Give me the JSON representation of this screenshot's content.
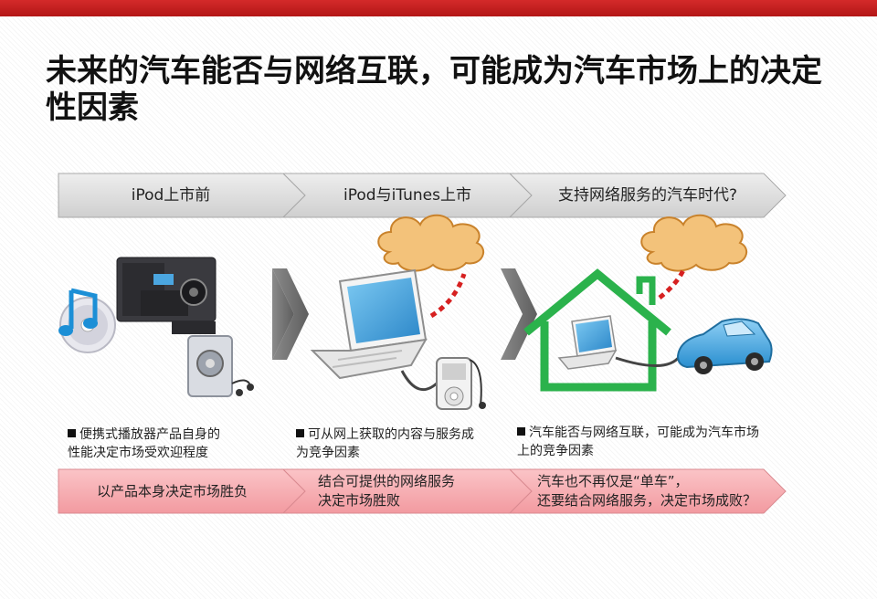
{
  "title": "未来的汽车能否与网络互联，可能成为汽车市场上的决定性因素",
  "stages": [
    {
      "label": "iPod上市前"
    },
    {
      "label": "iPod与iTunes上市"
    },
    {
      "label": "支持网络服务的汽车时代?"
    }
  ],
  "descriptions": [
    {
      "line1": "便携式播放器产品自身的",
      "line2": "性能决定市场受欢迎程度"
    },
    {
      "line1": "可从网上获取的内容与服务成",
      "line2": "为竞争因素"
    },
    {
      "line1": "汽车能否与网络互联，可能成为汽车市场",
      "line2": "上的竞争因素"
    }
  ],
  "verdicts": [
    {
      "line1": "以产品本身决定市场胜负",
      "line2": ""
    },
    {
      "line1": "结合可提供的网络服务",
      "line2": "决定市场胜败"
    },
    {
      "line1": "汽车也不再仅是“单车”，",
      "line2": "还要结合网络服务，决定市场成败？"
    }
  ],
  "colors": {
    "accent_red": "#c81e1e",
    "stage_gray": "#dcdcdc",
    "verdict_pink": "#f6a9ad",
    "house_green": "#2bb24c",
    "link_red": "#d62020"
  },
  "icons": [
    "music-cd-icon",
    "stereo-system-icon",
    "cassette-player-icon",
    "laptop-icon",
    "ipod-icon",
    "cloud-icon",
    "house-icon",
    "car-icon"
  ]
}
